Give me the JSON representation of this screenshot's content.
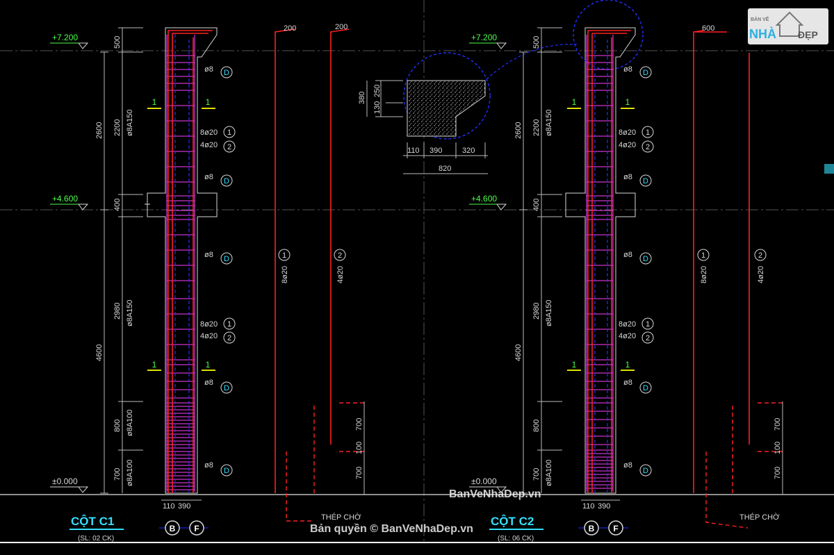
{
  "elevations": {
    "top": "+7.200",
    "mid": "+4.600",
    "base": "±0.000"
  },
  "dims": {
    "d500": "500",
    "d2600": "2600",
    "d2200": "2200",
    "d400": "400",
    "d4600": "4600",
    "d2980": "2980",
    "d800": "800",
    "d700": "700",
    "d110": "110",
    "d390": "390",
    "d100": "100",
    "d200": "200",
    "d600": "600",
    "d380": "380",
    "d250": "250",
    "d130": "130",
    "d320": "320",
    "d820": "820"
  },
  "stirrups": {
    "a150": "ø8A150",
    "a100": "ø8A100",
    "phi8": "ø8"
  },
  "bars": {
    "bar1": "8ø20",
    "bar2": "4ø20",
    "mark1": "1",
    "mark2": "2",
    "markD": "D",
    "vbar1": "8ø20",
    "vbar2": "4ø20"
  },
  "section_mark": "1",
  "axes": {
    "b": "B",
    "f": "F"
  },
  "columns": {
    "c1_title": "CỘT C1",
    "c1_qty": "(SL: 02 CK)",
    "c2_title": "CỘT C2",
    "c2_qty": "(SL: 06 CK)"
  },
  "starter_bar": "THÉP CHỜ",
  "watermarks": {
    "site": "BanVeNhaDep.vn",
    "copyright": "Bản quyền © BanVeNhaDep.vn",
    "logo_small": "BẢN VẼ",
    "logo_nha": "NHÀ",
    "logo_dep": "ĐẸP"
  },
  "colors": {
    "bg": "#000000",
    "rebar": "#ff2020",
    "stirrup": "#ff40ff",
    "dim": "#d8d8d8",
    "elev": "#4cff4c",
    "cyan": "#33e0ff",
    "blue": "#2030ff",
    "hatch": "#ffffff",
    "grid": "#555555"
  }
}
